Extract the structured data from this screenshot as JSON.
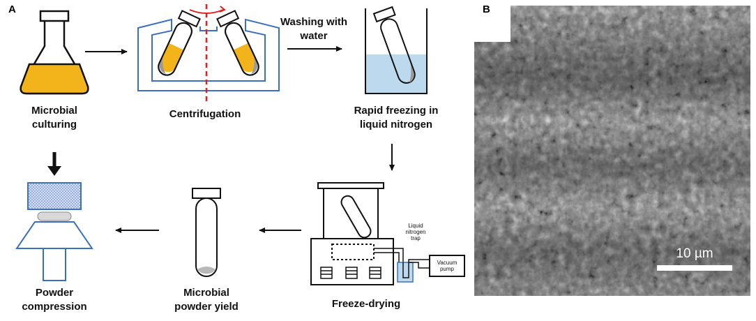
{
  "panel_labels": {
    "a": "A",
    "b": "B"
  },
  "steps": {
    "culturing": [
      "Microbial",
      "culturing"
    ],
    "centrifugation": [
      "Centrifugation"
    ],
    "washing": [
      "Washing with",
      "water"
    ],
    "freezing": [
      "Rapid freezing in",
      "liquid nitrogen"
    ],
    "freeze_drying": [
      "Freeze-drying"
    ],
    "powder_yield": [
      "Microbial",
      "powder yield"
    ],
    "compression": [
      "Powder",
      "compression"
    ]
  },
  "apparatus": {
    "trap_label": [
      "Liquid",
      "nitrogen",
      "trap"
    ],
    "pump_label": [
      "Vacuum",
      "pump"
    ]
  },
  "micrograph": {
    "scale_bar_label": "10 µm"
  },
  "colors": {
    "culture": "#f3b41b",
    "outline_blue": "#3b6fc0",
    "axis_red": "#e02020",
    "water": "#bcd9ee",
    "sediment": "#9a9a9a"
  }
}
